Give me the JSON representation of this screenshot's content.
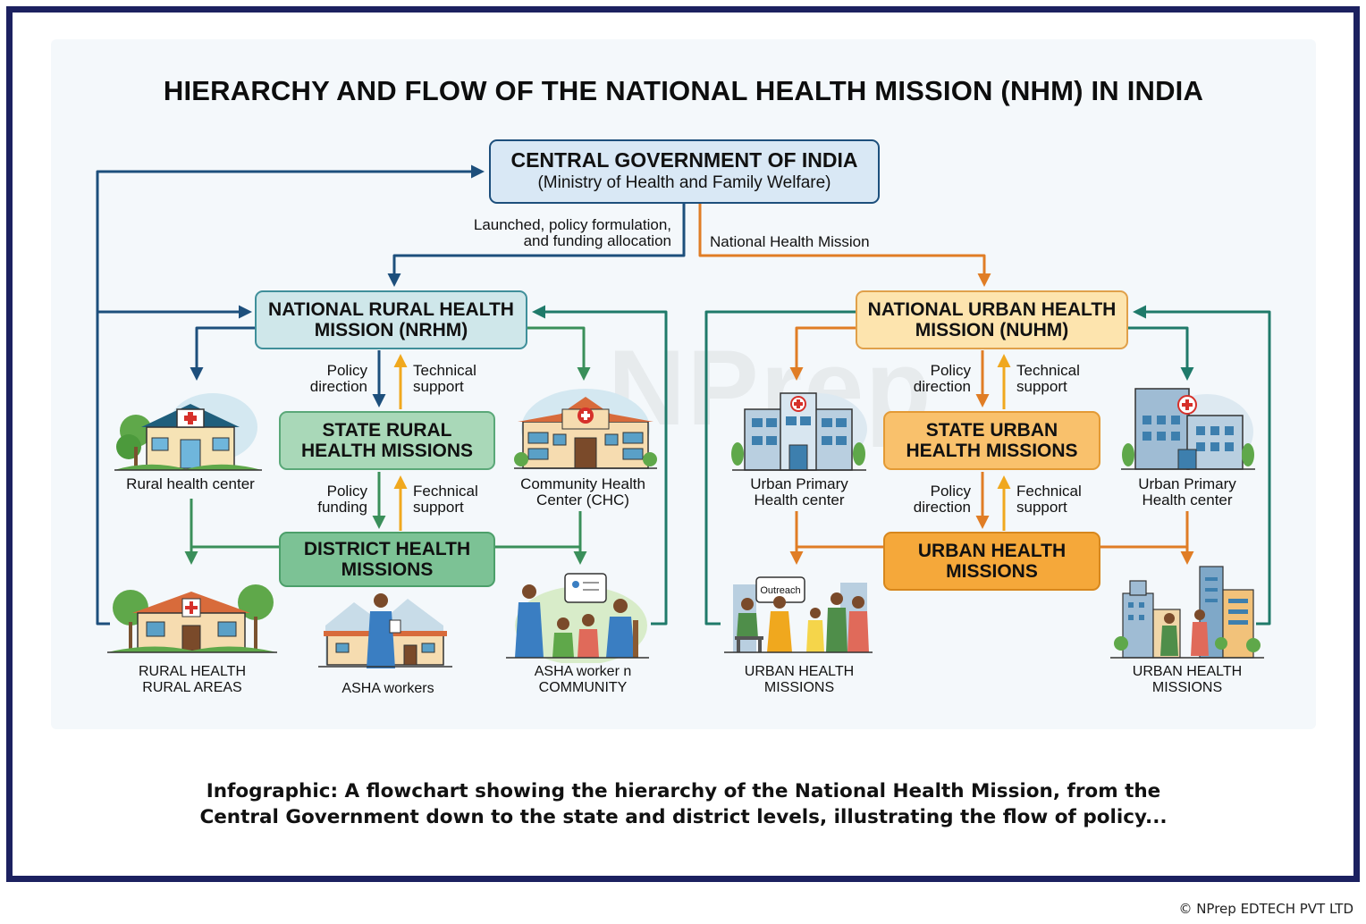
{
  "diagram": {
    "title": "HIERARCHY AND FLOW OF THE NATIONAL HEALTH MISSION (NHM) IN INDIA",
    "watermark": "NPrep",
    "central": {
      "title": "CENTRAL GOVERNMENT OF INDIA",
      "subtitle": "(Ministry of Health and Family Welfare)"
    },
    "nrhm": {
      "line1": "NATIONAL RURAL HEALTH",
      "line2": "MISSION (NRHM)"
    },
    "nuhm": {
      "line1": "NATIONAL URBAN HEALTH",
      "line2": "MISSION (NUHM)"
    },
    "state_rural": {
      "line1": "STATE RURAL",
      "line2": "HEALTH MISSIONS"
    },
    "district": {
      "line1": "DISTRICT HEALTH",
      "line2": "MISSIONS"
    },
    "state_urban": {
      "line1": "STATE URBAN",
      "line2": "HEALTH MISSIONS"
    },
    "urban_missions": {
      "line1": "URBAN HEALTH",
      "line2": "MISSIONS"
    },
    "edges": {
      "launched_line1": "Launched, policy formulation,",
      "launched_line2": "and funding allocation",
      "national_health_mission": "National Health Mission",
      "rural_policy_1": "Policy",
      "rural_policy_2": "direction",
      "rural_tech_1": "Technical",
      "rural_tech_2": "support",
      "rural_funding_1": "Policy",
      "rural_funding_2": "funding",
      "rural_fech_1": "Fechnical",
      "rural_fech_2": "support",
      "urban_policy_1": "Policy",
      "urban_policy_2": "direction",
      "urban_tech_1": "Technical",
      "urban_tech_2": "support",
      "urban_policy2_1": "Policy",
      "urban_policy2_2": "direction",
      "urban_fech_1": "Fechnical",
      "urban_fech_2": "support"
    },
    "captions": {
      "rural_health_center": "Rural health center",
      "chc_1": "Community Health",
      "chc_2": "Center (CHC)",
      "urban_phc_left_1": "Urban Primary",
      "urban_phc_left_2": "Health center",
      "urban_phc_right_1": "Urban Primary",
      "urban_phc_right_2": "Health center",
      "rural_areas_1": "RURAL HEALTH",
      "rural_areas_2": "RURAL AREAS",
      "asha_workers": "ASHA workers",
      "asha_comm_1": "ASHA worker n",
      "asha_comm_2": "COMMUNITY",
      "urban_outreach_1": "URBAN HEALTH",
      "urban_outreach_2": "MISSIONS",
      "urban_city_1": "URBAN HEALTH",
      "urban_city_2": "MISSIONS",
      "outreach_bubble": "Outreach"
    },
    "colors": {
      "navy": "#1d4f7c",
      "orange": "#e07d25",
      "teal": "#1f7a6a",
      "green": "#3a8f5a",
      "yellow_arrow": "#f0a81e",
      "central_fill": "#d9e8f5",
      "nrhm_fill": "#cfe7ea",
      "green_fill": "#a9d8b8",
      "district_fill": "#7cc295",
      "nuhm_fill": "#fde4ae",
      "state_urban_fill": "#f9c16c",
      "urban_missions_fill": "#f5a83a"
    }
  },
  "caption": {
    "line1": "Infographic: A flowchart showing the hierarchy of the National Health Mission, from the",
    "line2": "Central Government down to the state and district levels, illustrating the flow of policy..."
  },
  "copyright": "© NPrep EDTECH PVT LTD"
}
